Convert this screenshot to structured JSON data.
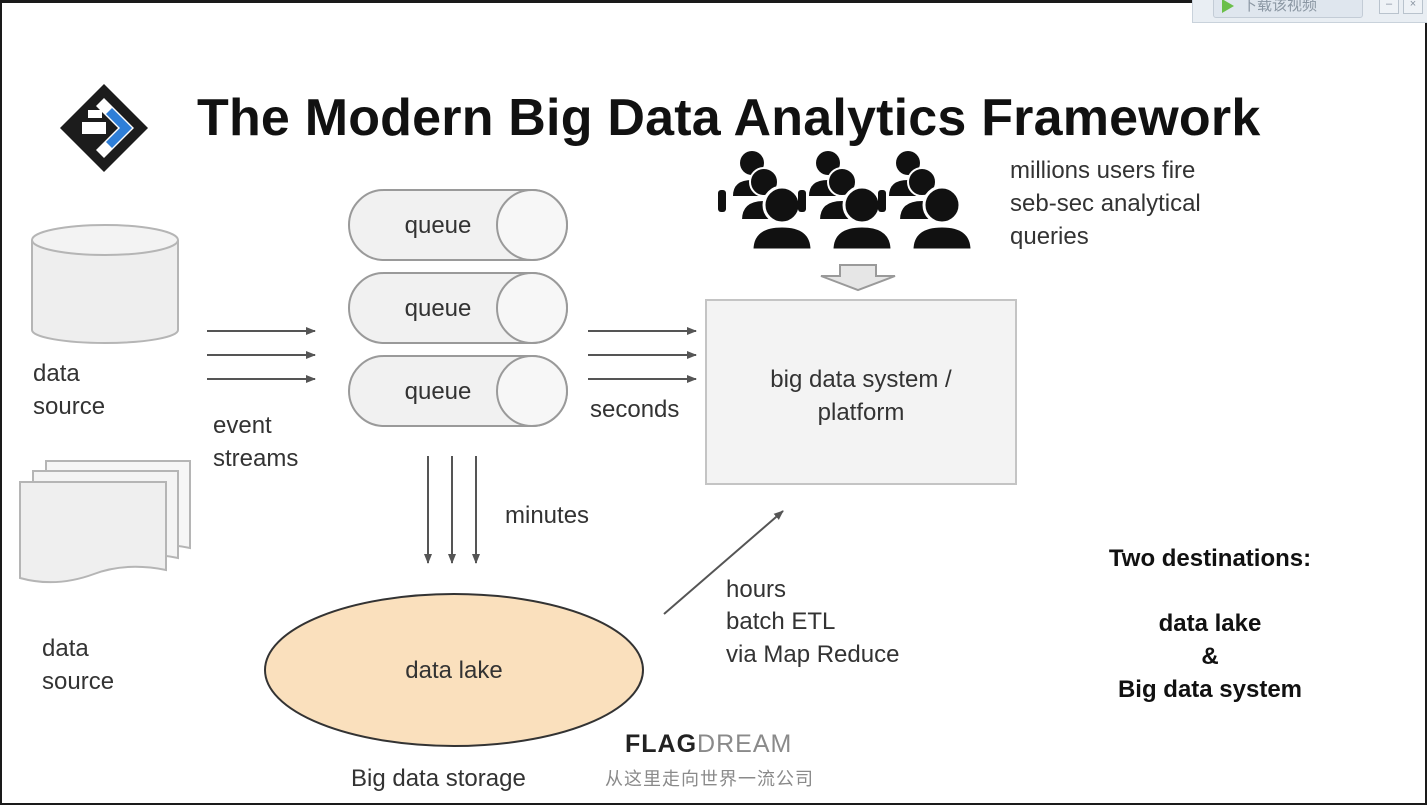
{
  "slide": {
    "title": "The Modern Big Data Analytics Framework",
    "accent_color": "#2f7fd8",
    "logo_color": "#1c1c1c"
  },
  "sources": {
    "db_label_1": "data",
    "db_label_2": "source",
    "doc_label_1": "data",
    "doc_label_2": "source"
  },
  "streams": {
    "label_1": "event",
    "label_2": "streams"
  },
  "queues": [
    "queue",
    "queue",
    "queue"
  ],
  "latency": {
    "seconds": "seconds",
    "minutes": "minutes",
    "hours_1": "hours",
    "hours_2": "batch ETL",
    "hours_3": "via Map Reduce"
  },
  "platform": {
    "line_1": "big data system /",
    "line_2": "platform"
  },
  "users": {
    "line_1": "millions users fire",
    "line_2": "seb-sec analytical",
    "line_3": "queries"
  },
  "lake": {
    "label": "data lake",
    "caption": "Big data storage",
    "fill_color": "#fae0bd"
  },
  "summary": {
    "heading": "Two destinations:",
    "line_1": "data lake",
    "line_2": "&",
    "line_3": "Big data system"
  },
  "watermark": {
    "brand_strong": "FLAG",
    "brand_light": "DREAM",
    "tagline": "从这里走向世界一流公司"
  },
  "player_bar": {
    "download_label": "下载该视频"
  }
}
